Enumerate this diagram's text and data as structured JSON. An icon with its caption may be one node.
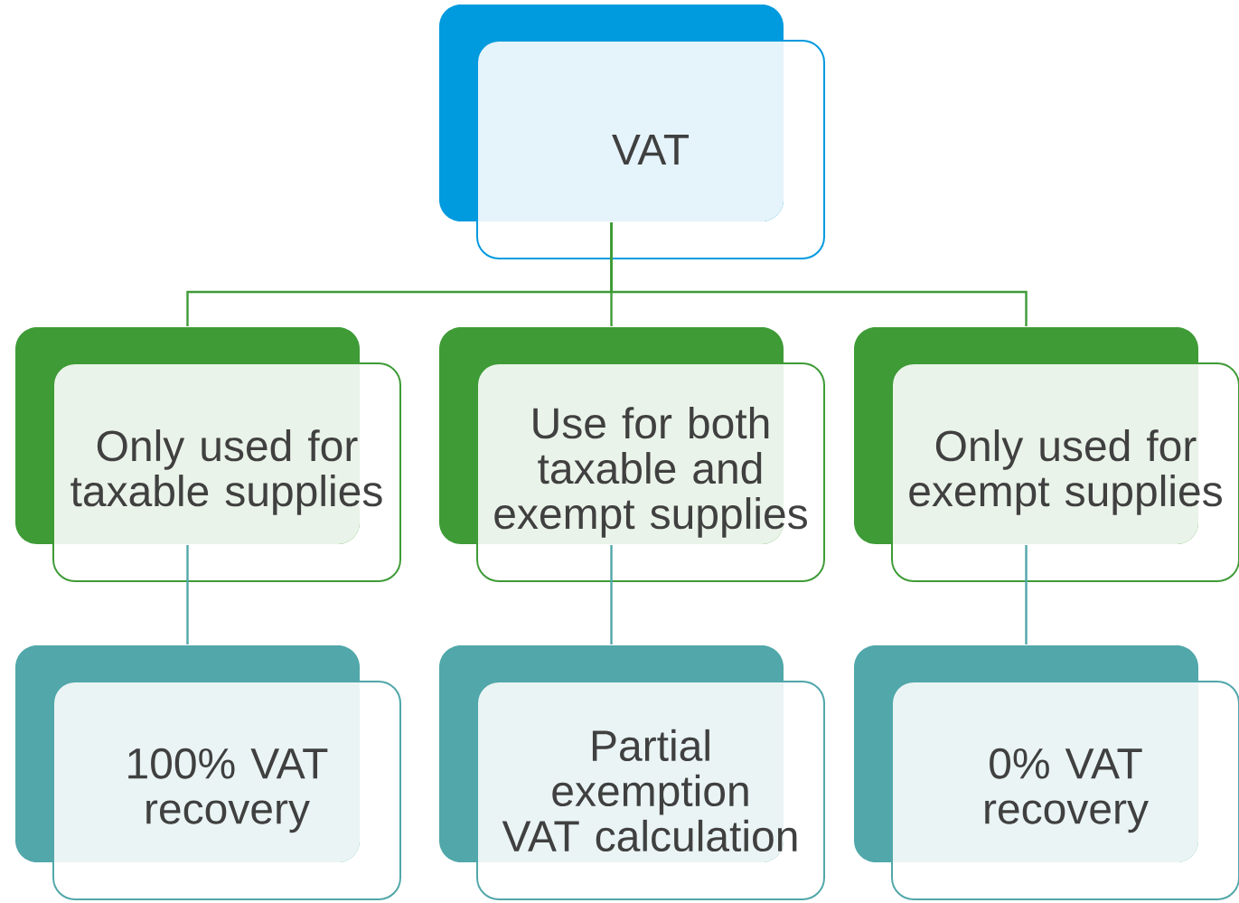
{
  "diagram": {
    "nodes": [
      {
        "text": [
          "VAT"
        ]
      },
      {
        "text": [
          "Only used for taxable supplies"
        ]
      },
      {
        "text": [
          "Use for both taxable and exempt supplies"
        ]
      },
      {
        "text": [
          "Only used for exempt supplies"
        ]
      },
      {
        "text": [
          "100% VAT recovery"
        ]
      },
      {
        "text": [
          "Partial exemption VAT calculation"
        ]
      },
      {
        "text": [
          "0% VAT recovery"
        ]
      }
    ],
    "edges": [
      {
        "from": 0,
        "to": 1,
        "arrow": "none"
      },
      {
        "from": 0,
        "to": 2,
        "arrow": "none"
      },
      {
        "from": 0,
        "to": 3,
        "arrow": "none"
      },
      {
        "from": 1,
        "to": 4,
        "arrow": "none",
        "color": "#51a7a9"
      },
      {
        "from": 2,
        "to": 5,
        "arrow": "none",
        "color": "#51a7a9"
      },
      {
        "from": 3,
        "to": 6,
        "arrow": "none",
        "color": "#51a7a9"
      }
    ]
  }
}
